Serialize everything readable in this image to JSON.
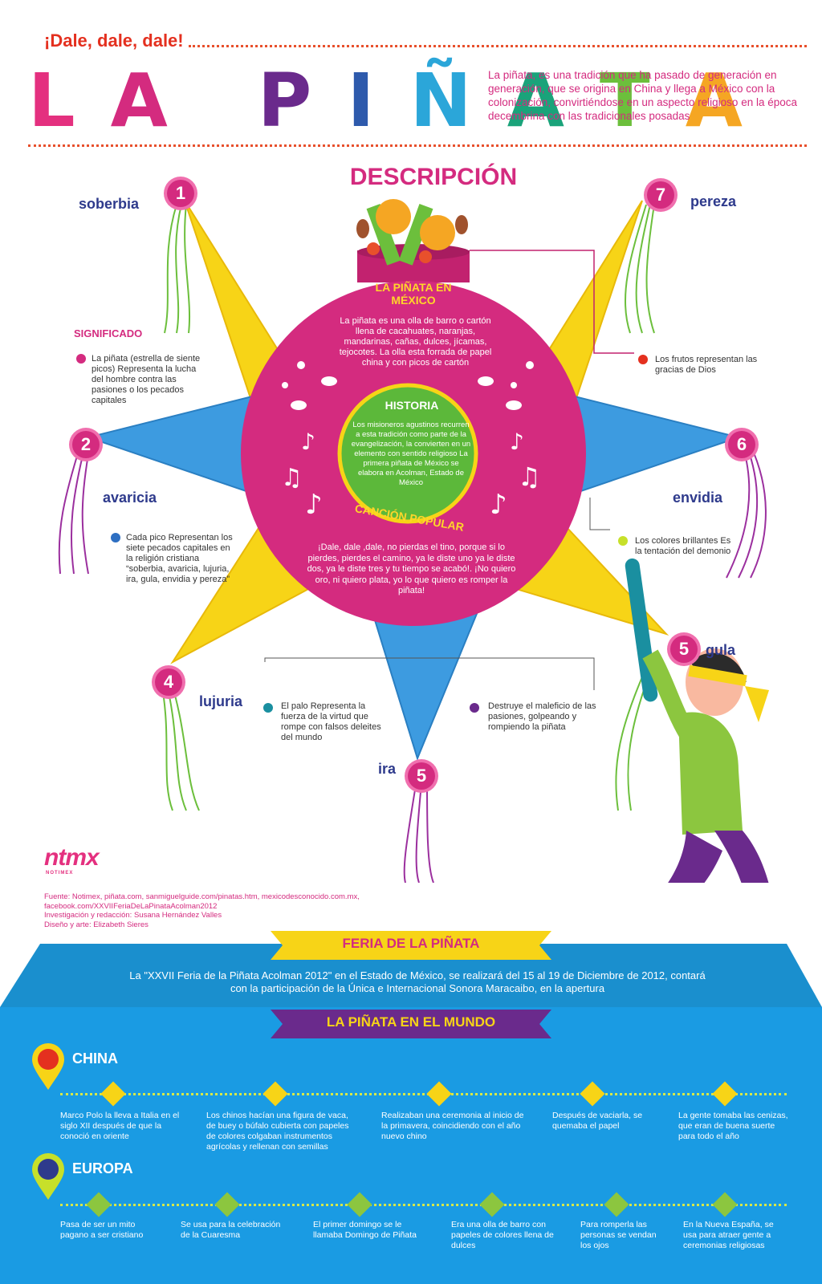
{
  "header": {
    "subtitle": "¡Dale, dale, dale!",
    "title_letters": [
      "L",
      "A",
      "P",
      "I",
      "Ñ",
      "A",
      "T",
      "A"
    ],
    "intro": "La piñata, es una tradición que ha pasado de generación en generación, que se origina en China y llega a México con la colonización, convirtiéndose en un aspecto religioso en la época decembrina con las tradicionales posadas"
  },
  "description": {
    "title": "DESCRIPCIÓN",
    "mexico_heading": "LA PIÑATA EN MÉXICO",
    "mexico_text": "La piñata es una olla de barro o cartón llena de cacahuates, naranjas, mandarinas, cañas, dulces, jícamas, tejocotes. La olla esta forrada de papel china y con picos de cartón",
    "history_heading": "HISTORIA",
    "history_text": "Los misioneros agustinos recurren a esta tradición como parte de la evangelización, la convierten en un elemento con sentido religioso La primera piñata de México se elabora en Acolman, Estado de México",
    "song_heading": "CANCIÓN POPULAR",
    "song_text": "¡Dale, dale ,dale, no pierdas el tino, porque si lo pierdes, pierdes el camino, ya le diste uno ya le diste dos, ya le diste tres y tu tiempo se acabó!. ¡No quiero oro, ni quiero plata, yo lo que quiero es romper la piñata!"
  },
  "sins": [
    {
      "num": "1",
      "label": "soberbia"
    },
    {
      "num": "2",
      "label": "avaricia"
    },
    {
      "num": "4",
      "label": "lujuria"
    },
    {
      "num": "5",
      "label": "ira"
    },
    {
      "num": "5",
      "label": "gula"
    },
    {
      "num": "6",
      "label": "envidia"
    },
    {
      "num": "7",
      "label": "pereza"
    }
  ],
  "significado": {
    "heading": "SIGNIFICADO",
    "notes": [
      "La piñata (estrella de siente picos) Representa la lucha del hombre contra las pasiones o los pecados capitales",
      "Cada pico Representan los siete pecados capitales en la religión cristiana “soberbia, avaricia, lujuria, ira, gula, envidia y pereza”",
      "Los frutos representan las gracias de Dios",
      "Los colores brillantes Es la tentación del demonio",
      "El palo Representa la fuerza de la virtud que rompe con falsos deleites del mundo",
      "Destruye el maleficio de las pasiones, golpeando y rompiendo la piñata"
    ]
  },
  "credits": {
    "logo": "ntmx",
    "logo_sub": "NOTIMEX",
    "lines": [
      "Fuente: Notimex, piñata.com, sanmiguelguide.com/pinatas.htm, mexicodesconocido.com.mx,",
      "facebook.com/XXVIIFeriaDeLaPinataAcolman2012",
      "Investigación y redacción: Susana Hernández Valles",
      "Diseño y arte: Elizabeth Sieres"
    ]
  },
  "fair": {
    "banner": "FERIA DE LA PIÑATA",
    "text": "La \"XXVII Feria de la Piñata Acolman 2012\"  en el Estado de México, se realizará del 15 al 19 de Diciembre de 2012, contará con la participación de la Única e Internacional Sonora Maracaibo, en la apertura"
  },
  "world": {
    "banner": "LA PIÑATA EN EL MUNDO",
    "china": {
      "name": "CHINA",
      "items": [
        "Marco Polo la lleva a Italia en el siglo XII después de que la conoció en oriente",
        "Los chinos hacían una figura de vaca, de buey o búfalo cubierta con papeles de colores colgaban instrumentos agrícolas y rellenan con semillas",
        "Realizaban una ceremonia al inicio de la primavera, coincidiendo con el año nuevo chino",
        "Después de vaciarla, se quemaba el papel",
        "La gente tomaba las cenizas, que eran de buena suerte para todo el año"
      ]
    },
    "europa": {
      "name": "EUROPA",
      "items": [
        "Pasa de ser un mito pagano a ser cristiano",
        "Se usa para la celebración de la Cuaresma",
        "El primer domingo se le llamaba Domingo de Piñata",
        "Era una olla de barro con papeles de colores llena de dulces",
        "Para romperla las personas se vendan los ojos",
        "En la Nueva España, se usa para atraer gente a ceremonias religiosas"
      ]
    }
  },
  "colors": {
    "magenta": "#d42b7f",
    "yellow": "#f7d417",
    "blue": "#3d9be0",
    "purple": "#6a2a8c",
    "green": "#8cc63f",
    "navy": "#2e3a8c"
  }
}
